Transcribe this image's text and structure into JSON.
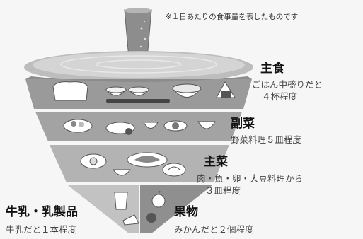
{
  "note": "※１日あたりの食事量を表したものです",
  "groups": {
    "shushoku": {
      "title": "主食",
      "desc_lines": [
        "ごはん中盛りだと",
        "４杯程度"
      ]
    },
    "fukusai": {
      "title": "副菜",
      "desc_lines": [
        "野菜料理５皿程度"
      ]
    },
    "shusai": {
      "title": "主菜",
      "desc_lines": [
        "肉・魚・卵・大豆料理から",
        "３皿程度"
      ]
    },
    "dairy": {
      "title": "牛乳・乳製品",
      "desc_lines": [
        "牛乳だと１本程度"
      ]
    },
    "fruit": {
      "title": "果物",
      "desc_lines": [
        "みかんだと２個程度"
      ]
    }
  },
  "colors": {
    "background": "#f6f6f6",
    "band_light": "#cfcfcf",
    "band_mid": "#a8a8a8",
    "band_dark": "#8a8a8a",
    "food": "#ffffff",
    "outline": "#555555"
  }
}
